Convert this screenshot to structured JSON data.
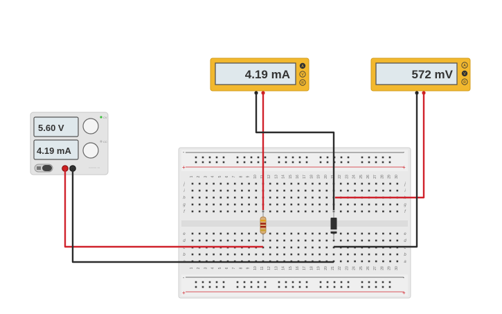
{
  "power_supply": {
    "voltage_display": "5.60 V",
    "current_display": "4.19 mA",
    "voltage_mode_label": "CV",
    "current_mode_label": "CC",
    "power_icon": "power-switch-icon",
    "colors": {
      "body": "#e4e4e4",
      "display": "#dfe8ec",
      "positive": "#cc1f1f",
      "negative": "#333333"
    }
  },
  "ammeter": {
    "reading": "4.19 mA",
    "mode_buttons": [
      "A",
      "V",
      "R"
    ],
    "selected_mode": "A",
    "colors": {
      "frame": "#f2b82e",
      "display": "#dfe8ec"
    }
  },
  "voltmeter": {
    "reading": "572 mV",
    "mode_buttons": [
      "A",
      "V",
      "R"
    ],
    "selected_mode": "V",
    "colors": {
      "frame": "#f2b82e",
      "display": "#dfe8ec"
    }
  },
  "breadboard": {
    "columns": [
      "1",
      "2",
      "3",
      "4",
      "5",
      "6",
      "7",
      "8",
      "9",
      "10",
      "11",
      "12",
      "13",
      "14",
      "15",
      "16",
      "17",
      "18",
      "19",
      "20",
      "21",
      "22",
      "23",
      "24",
      "25",
      "26",
      "27",
      "28",
      "29",
      "30"
    ],
    "rows_top": [
      "j",
      "i",
      "h",
      "g",
      "f"
    ],
    "rows_bottom": [
      "e",
      "d",
      "c",
      "b",
      "a"
    ],
    "rail_plus": "+",
    "rail_minus": "-"
  },
  "components": {
    "resistor": "resistor",
    "diode": "diode"
  },
  "wires": {
    "red": "#d0212a",
    "black": "#2b2b2b"
  }
}
